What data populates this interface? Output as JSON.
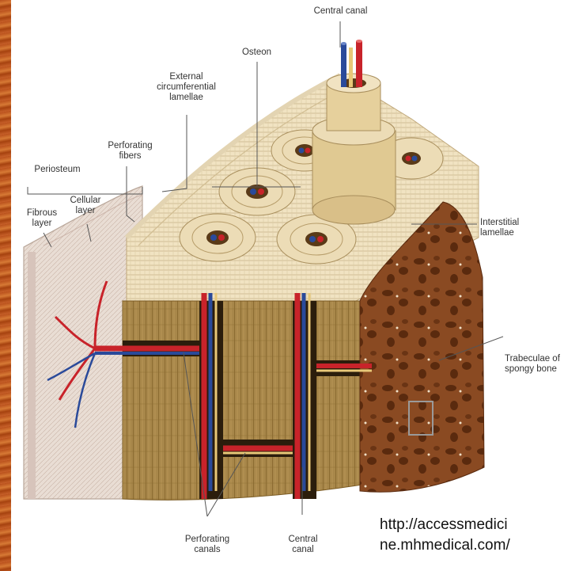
{
  "labels": {
    "central_canal_top": "Central canal",
    "osteon": "Osteon",
    "external_circumferential_lamellae": [
      "External",
      "circumferential",
      "lamellae"
    ],
    "perforating_fibers": [
      "Perforating",
      "fibers"
    ],
    "periosteum": "Periosteum",
    "fibrous_layer": [
      "Fibrous",
      "layer"
    ],
    "cellular_layer": [
      "Cellular",
      "layer"
    ],
    "interstitial_lamellae": [
      "Interstitial",
      "lamellae"
    ],
    "trabeculae_spongy_bone": [
      "Trabeculae of",
      "spongy bone"
    ],
    "perforating_canals": [
      "Perforating",
      "canals"
    ],
    "central_canal_bottom": [
      "Central",
      "canal"
    ]
  },
  "source_credit": [
    "http://accessmedici",
    "ne.mhmedical.com/"
  ],
  "colors": {
    "artery": "#c8232a",
    "vein": "#2a4a9a",
    "nerve": "#e8c878",
    "bone_light": "#f1e3c2",
    "bone_dark": "#8c6a2e",
    "spongy": "#8a4a22",
    "periosteum": "#e9ddd4",
    "background_strip": "#c05a22"
  }
}
